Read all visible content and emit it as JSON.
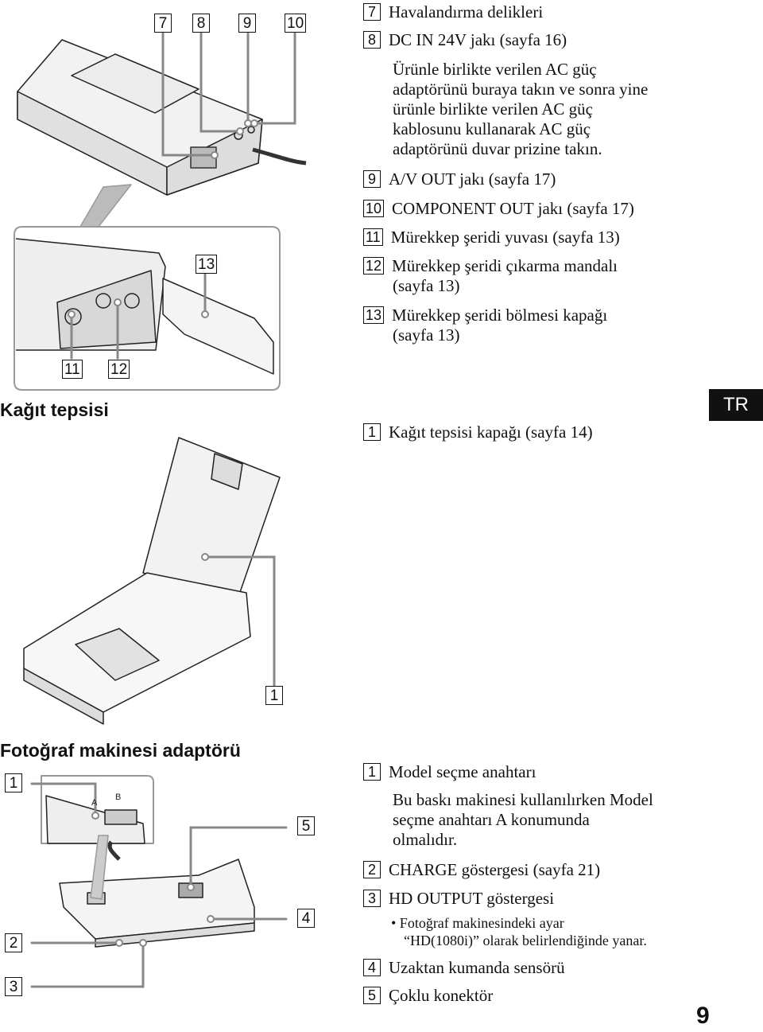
{
  "printer_back": {
    "callouts_top": [
      "7",
      "8",
      "9",
      "10"
    ],
    "callout_13": "13",
    "callouts_bottom": [
      "11",
      "12"
    ],
    "items": [
      {
        "num": "7",
        "text": "Havalandırma delikleri"
      },
      {
        "num": "8",
        "text": "DC IN 24V jakı (sayfa 16)"
      },
      {
        "num": "9",
        "text": "A/V OUT jakı (sayfa 17)"
      },
      {
        "num": "10",
        "text": "COMPONENT OUT jakı (sayfa 17)"
      },
      {
        "num": "11",
        "text": "Mürekkep şeridi yuvası (sayfa 13)"
      },
      {
        "num": "12",
        "text": "Mürekkep şeridi çıkarma mandalı"
      },
      {
        "num": "13",
        "text": "Mürekkep şeridi bölmesi kapağı"
      }
    ],
    "dc_desc_lines": [
      "Ürünle birlikte verilen AC güç",
      "adaptörünü buraya takın ve sonra yine",
      "ürünle birlikte verilen AC güç",
      "kablosunu kullanarak AC güç",
      "adaptörünü duvar prizine takın."
    ],
    "item12_cont": "(sayfa 13)",
    "item13_cont": "(sayfa 13)"
  },
  "paper_tray": {
    "heading": "Kağıt tepsisi",
    "item": {
      "num": "1",
      "text": "Kağıt tepsisi kapağı (sayfa 14)"
    },
    "callout": "1"
  },
  "language_tab": "TR",
  "camera_adaptor": {
    "heading": "Fotoğraf makinesi adaptörü",
    "callouts_left": [
      "1",
      "2",
      "3"
    ],
    "callouts_right": [
      "5",
      "4"
    ],
    "switch_labels": [
      "A",
      "B"
    ],
    "items": [
      {
        "num": "1",
        "text": "Model seçme anahtarı"
      },
      {
        "num": "2",
        "text": "CHARGE göstergesi (sayfa 21)"
      },
      {
        "num": "3",
        "text": "HD OUTPUT göstergesi"
      },
      {
        "num": "4",
        "text": "Uzaktan kumanda sensörü"
      },
      {
        "num": "5",
        "text": "Çoklu konektör"
      }
    ],
    "model_desc_lines": [
      "Bu baskı makinesi kullanılırken Model",
      "seçme anahtarı A konumunda",
      "olmalıdır."
    ],
    "bullet_lines": [
      "• Fotoğraf makinesindeki ayar",
      "“HD(1080i)” olarak belirlendiğinde yanar."
    ]
  },
  "page_number": "9"
}
